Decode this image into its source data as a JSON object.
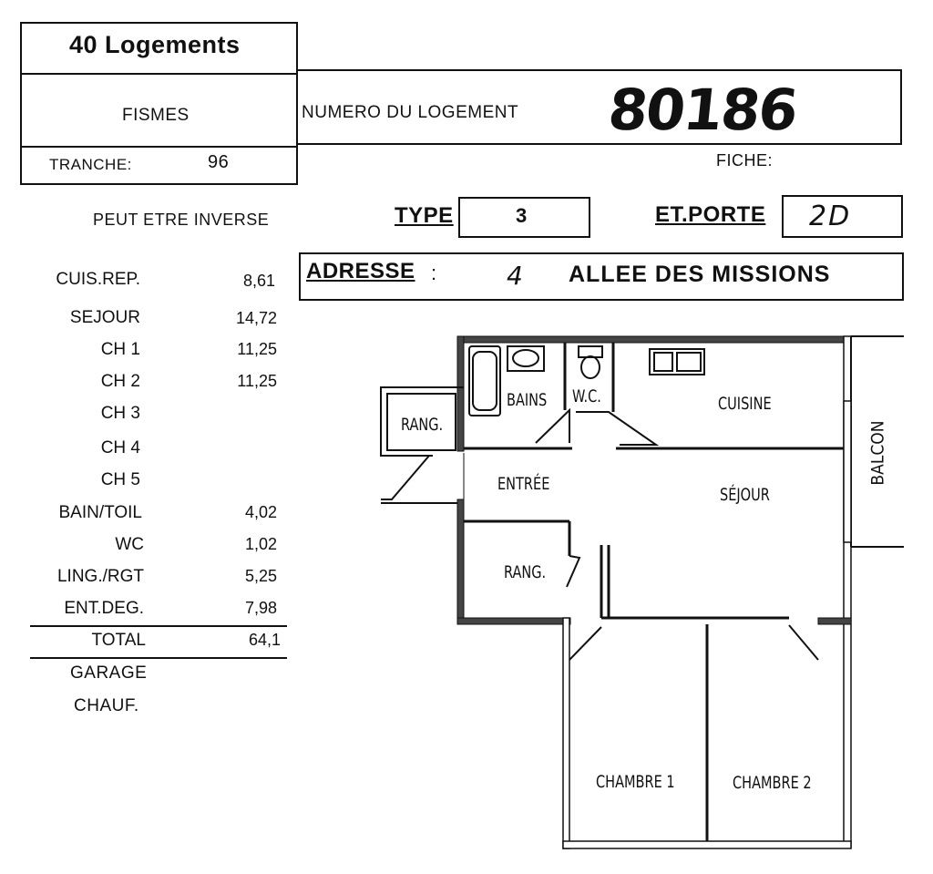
{
  "header": {
    "logements": "40 Logements",
    "ville": "FISMES",
    "tranche_label": "TRANCHE:",
    "tranche_value": "96",
    "numero_label": "NUMERO DU LOGEMENT",
    "numero_value": "80186",
    "fiche_label": "FICHE:",
    "peut_etre": "PEUT ETRE INVERSE",
    "type_label": "TYPE",
    "type_value": "3",
    "etporte_label": "ET.PORTE",
    "etporte_value": "2D",
    "adresse_label": "ADRESSE",
    "adresse_colon": ":",
    "adresse_num": "4",
    "adresse_rue": "ALLEE DES MISSIONS"
  },
  "surfaces": [
    {
      "name": "CUIS.REP.",
      "value": "8,61"
    },
    {
      "name": "SEJOUR",
      "value": "14,72"
    },
    {
      "name": "CH 1",
      "value": "11,25"
    },
    {
      "name": "CH 2",
      "value": "11,25"
    },
    {
      "name": "CH 3",
      "value": ""
    },
    {
      "name": "CH 4",
      "value": ""
    },
    {
      "name": "CH 5",
      "value": ""
    },
    {
      "name": "BAIN/TOIL",
      "value": "4,02"
    },
    {
      "name": "WC",
      "value": "1,02"
    },
    {
      "name": "LING./RGT",
      "value": "5,25"
    },
    {
      "name": "ENT.DEG.",
      "value": "7,98"
    }
  ],
  "total": {
    "name": "TOTAL",
    "value": "64,1"
  },
  "extras": [
    "GARAGE",
    "CHAUF."
  ],
  "plan": {
    "bains": "BAINS",
    "wc": "W.C.",
    "cuisine": "CUISINE",
    "balcon": "BALCON",
    "rang1": "RANG.",
    "entree": "ENTRÉE",
    "sejour": "SÉJOUR",
    "rang2": "RANG.",
    "chambre1": "CHAMBRE 1",
    "chambre2": "CHAMBRE 2"
  }
}
